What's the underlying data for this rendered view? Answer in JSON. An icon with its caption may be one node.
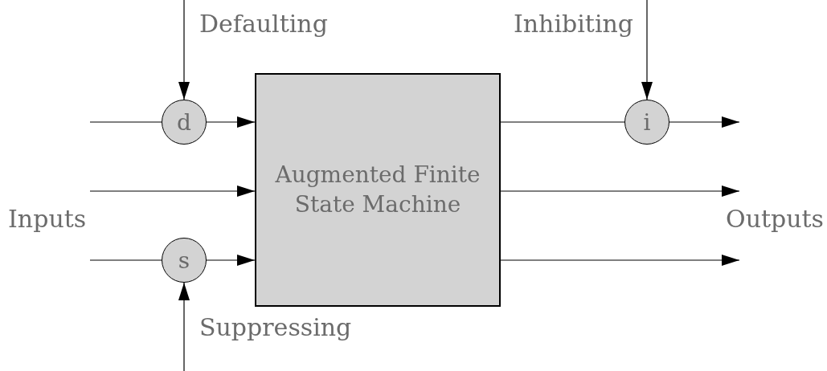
{
  "diagram": {
    "nodes": [
      {
        "text": [
          "d"
        ]
      },
      {
        "text": [
          "i"
        ]
      },
      {
        "text": [
          "Augmented Finite State Machine"
        ]
      },
      {
        "text": [
          "s"
        ]
      }
    ],
    "edges": [
      {
        "from": null,
        "to": 0,
        "arrow": "to",
        "label": "Defaulting"
      },
      {
        "from": null,
        "to": 0,
        "arrow": "none"
      },
      {
        "from": 0,
        "to": 2,
        "arrow": "to"
      },
      {
        "from": null,
        "to": 2,
        "arrow": "to"
      },
      {
        "from": null,
        "to": 3,
        "arrow": "none"
      },
      {
        "from": 3,
        "to": 2,
        "arrow": "to"
      },
      {
        "from": null,
        "to": 3,
        "arrow": "to",
        "label": "Suppressing"
      },
      {
        "from": null,
        "to": 1,
        "arrow": "to",
        "label": "Inhibiting"
      },
      {
        "from": 2,
        "to": 1,
        "arrow": "none"
      },
      {
        "from": 1,
        "to": null,
        "arrow": "to"
      },
      {
        "from": 2,
        "to": null,
        "arrow": "to"
      },
      {
        "from": 2,
        "to": null,
        "arrow": "to"
      }
    ],
    "labels": [
      "Inputs",
      "Outputs"
    ]
  }
}
